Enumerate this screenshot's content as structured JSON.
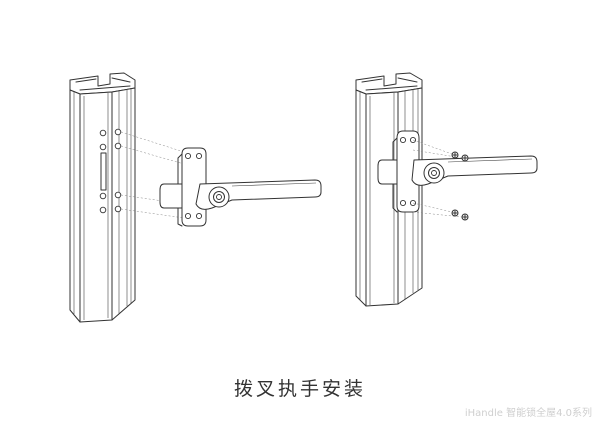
{
  "caption": "拨叉执手安装",
  "watermark": "iHandle 智能锁全屋4.0系列",
  "colors": {
    "line": "#333333",
    "caption": "#333333",
    "watermark": "#cfcfcf",
    "background": "#ffffff"
  },
  "panels": [
    {
      "name": "handle-with-profile-left",
      "screws_shown": false
    },
    {
      "name": "handle-with-profile-right",
      "screws_shown": true
    }
  ]
}
